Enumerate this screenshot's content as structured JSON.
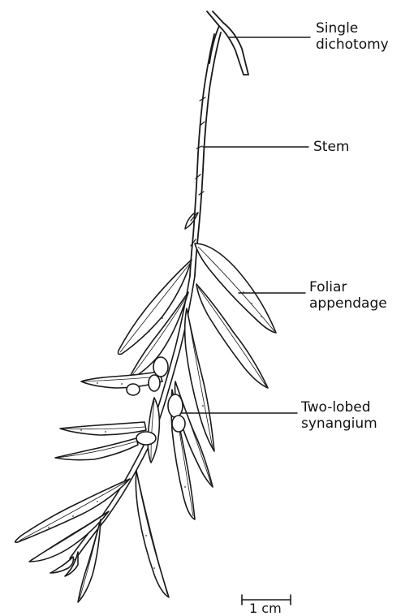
{
  "figure": {
    "labels": {
      "single_dichotomy_line1": "Single",
      "single_dichotomy_line2": "dichotomy",
      "stem": "Stem",
      "foliar_line1": "Foliar",
      "foliar_line2": "appendage",
      "synangium_line1": "Two-lobed",
      "synangium_line2": "synangium"
    },
    "scale_bar": {
      "label": "1 cm"
    },
    "colors": {
      "ink": "#1a1a1a",
      "paper": "#ffffff"
    }
  }
}
